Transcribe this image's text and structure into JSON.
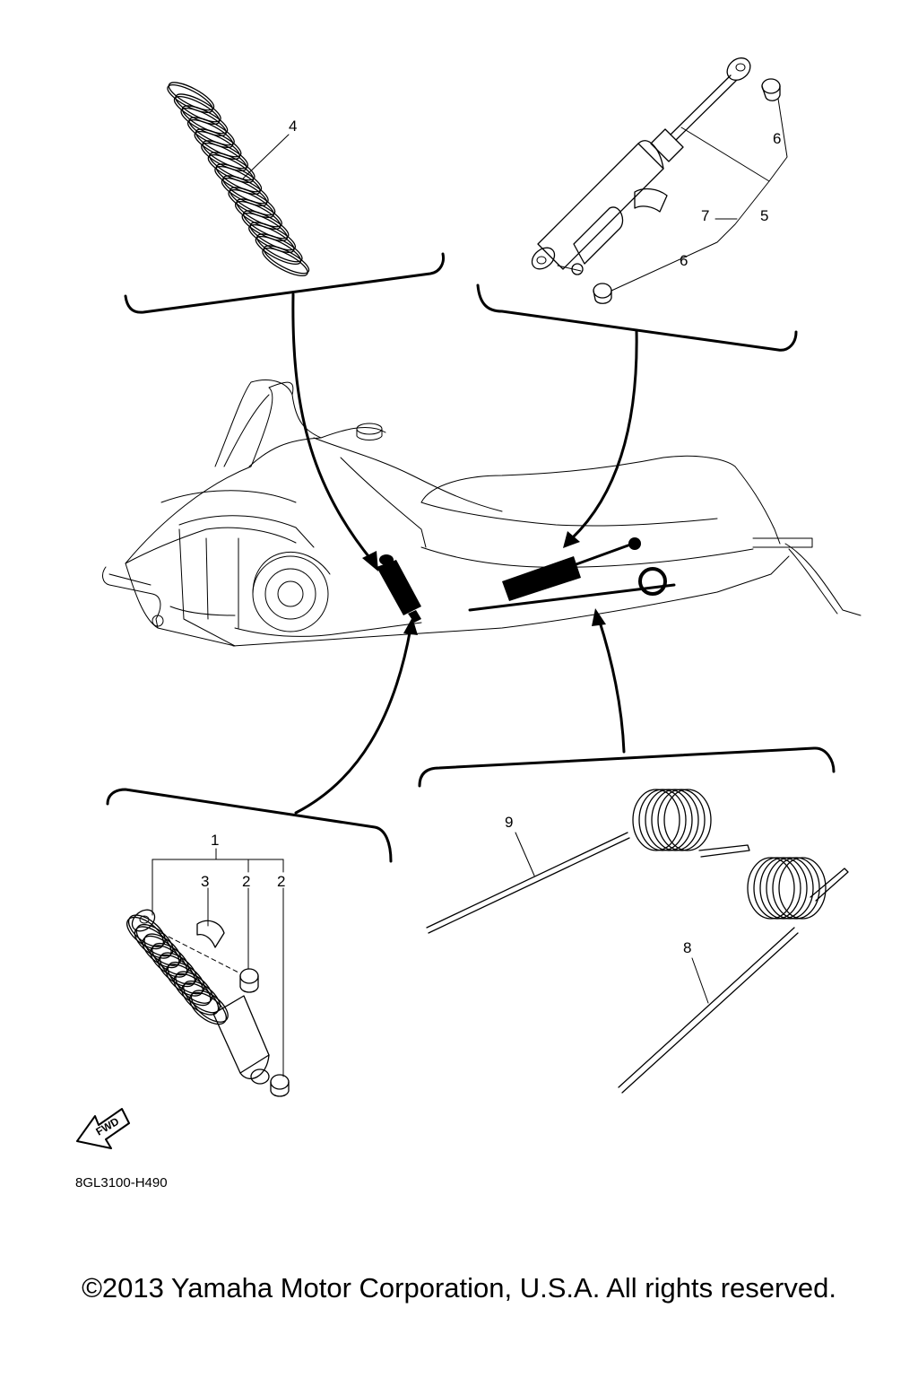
{
  "diagram_code": "8GL3100-H490",
  "fwd_label": "FWD",
  "copyright": "©2013 Yamaha Motor Corporation, U.S.A. All rights reserved.",
  "callouts": {
    "c1": "1",
    "c2a": "2",
    "c2b": "2",
    "c3": "3",
    "c4": "4",
    "c5": "5",
    "c6a": "6",
    "c6b": "6",
    "c7": "7",
    "c8": "8",
    "c9": "9"
  }
}
